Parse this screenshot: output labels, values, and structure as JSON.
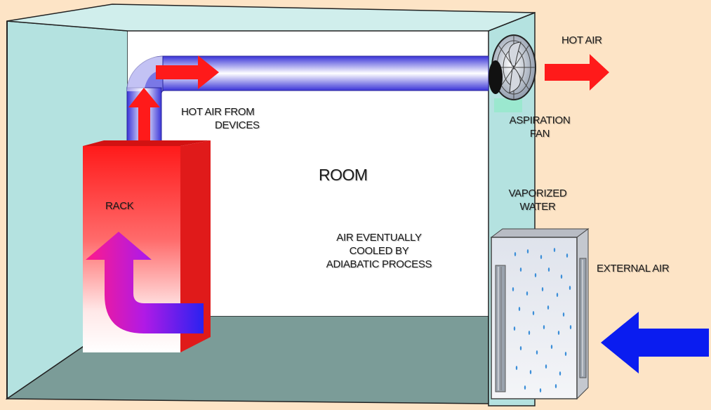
{
  "labels": {
    "room": "ROOM",
    "rack": "RACK",
    "hot_air_from_devices": [
      "HOT AIR FROM",
      "DEVICES"
    ],
    "hot_air_out": "HOT AIR",
    "aspiration_fan": [
      "ASPIRATION",
      "FAN"
    ],
    "vaporized_water": [
      "VAPORIZED",
      "WATER"
    ],
    "external_air": "EXTERNAL AIR",
    "cooling_note": [
      "AIR EVENTUALLY",
      "COOLED BY",
      "ADIABATIC PROCESS"
    ]
  },
  "colors": {
    "page_background": "#fde4c6",
    "room_walls": "#b4e2e0",
    "room_floor": "#7b9c98",
    "room_back_wall": "#ffffff",
    "rack_red": "#ff1a1a",
    "duct_blue": "#3a34d8",
    "external_air_arrow": "#0a1cf0",
    "hot_air_arrow": "#ff1a1a"
  },
  "icons": {
    "fan": "fan-icon",
    "rack_circulation": "u-turn-arrow-icon",
    "water_droplets": "droplet-icon"
  }
}
